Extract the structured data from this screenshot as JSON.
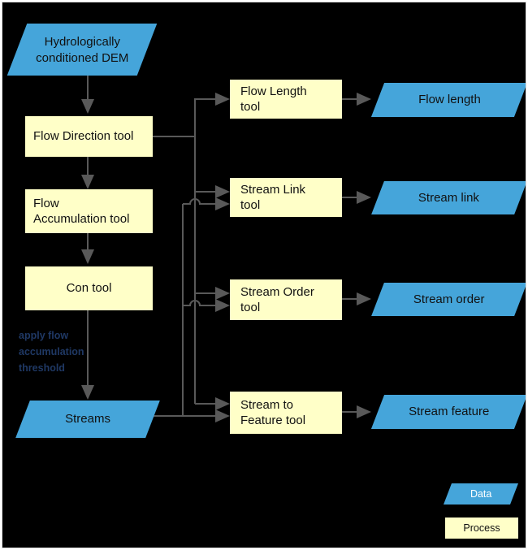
{
  "diagram": {
    "nodes": {
      "dem": {
        "label": "Hydrologically conditioned DEM",
        "type": "data"
      },
      "flow_direction_tool": {
        "label": "Flow Direction tool",
        "type": "process"
      },
      "flow_accumulation_tool": {
        "label": "Flow Accumulation tool",
        "type": "process"
      },
      "con_tool": {
        "label": "Con tool",
        "type": "process"
      },
      "streams": {
        "label": "Streams",
        "type": "data"
      },
      "flow_length_tool": {
        "label": "Flow Length tool",
        "type": "process"
      },
      "stream_link_tool": {
        "label": "Stream Link tool",
        "type": "process"
      },
      "stream_order_tool": {
        "label": "Stream Order tool",
        "type": "process"
      },
      "stream_to_feature_tool": {
        "label": "Stream to Feature tool",
        "type": "process"
      },
      "flow_length": {
        "label": "Flow length",
        "type": "data"
      },
      "stream_link": {
        "label": "Stream link",
        "type": "data"
      },
      "stream_order": {
        "label": "Stream order",
        "type": "data"
      },
      "stream_feature": {
        "label": "Stream feature",
        "type": "data"
      }
    },
    "edges": [
      {
        "from": "dem",
        "to": "flow_direction_tool"
      },
      {
        "from": "flow_direction_tool",
        "to": "flow_accumulation_tool"
      },
      {
        "from": "flow_accumulation_tool",
        "to": "con_tool"
      },
      {
        "from": "con_tool",
        "to": "streams"
      },
      {
        "from": "flow_direction_tool",
        "to": "flow_length_tool"
      },
      {
        "from": "flow_direction_tool",
        "to": "stream_link_tool"
      },
      {
        "from": "flow_direction_tool",
        "to": "stream_order_tool"
      },
      {
        "from": "flow_direction_tool",
        "to": "stream_to_feature_tool"
      },
      {
        "from": "streams",
        "to": "stream_link_tool"
      },
      {
        "from": "streams",
        "to": "stream_order_tool"
      },
      {
        "from": "streams",
        "to": "stream_to_feature_tool"
      },
      {
        "from": "flow_length_tool",
        "to": "flow_length"
      },
      {
        "from": "stream_link_tool",
        "to": "stream_link"
      },
      {
        "from": "stream_order_tool",
        "to": "stream_order"
      },
      {
        "from": "stream_to_feature_tool",
        "to": "stream_feature"
      }
    ],
    "annotation": "apply flow accumulation threshold",
    "legend": {
      "data": "Data",
      "process": "Process"
    },
    "colors": {
      "background": "#000000",
      "data_fill": "#45a5da",
      "process_fill": "#ffffc8",
      "connector": "#595959",
      "annotation_text": "#1f3864",
      "node_text": "#111111",
      "legend_data_text": "#ffffff"
    }
  }
}
